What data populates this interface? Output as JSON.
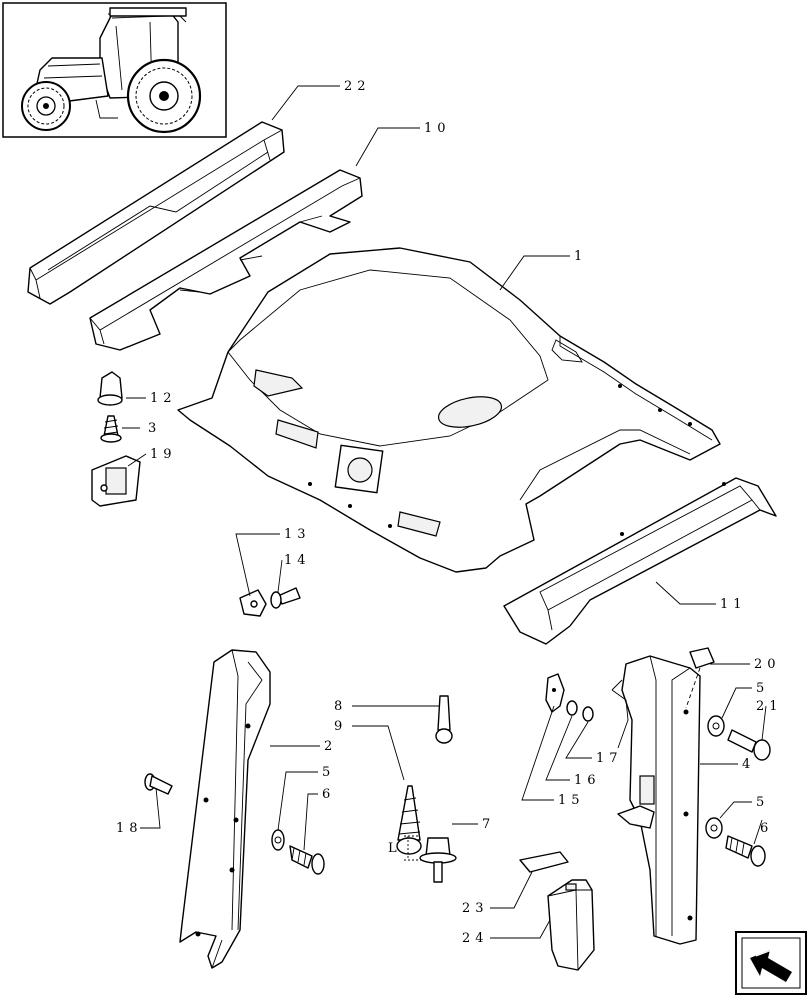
{
  "callouts": {
    "c1": "1",
    "c2": "2",
    "c3": "3",
    "c4": "4",
    "c5a": "5",
    "c5b": "5",
    "c5c": "5",
    "c6a": "6",
    "c6b": "6",
    "c7": "7",
    "c8": "8",
    "c9": "9",
    "c10": "10",
    "c11": "11",
    "c12": "12",
    "c13": "13",
    "c14": "14",
    "c15": "15",
    "c16": "16",
    "c17": "17",
    "c18": "18",
    "c19": "19",
    "c20": "20",
    "c21": "21",
    "c22": "22",
    "c23": "23",
    "c24": "24",
    "dim": "L"
  },
  "nav": {
    "icon": "next-page-arrow-icon"
  }
}
